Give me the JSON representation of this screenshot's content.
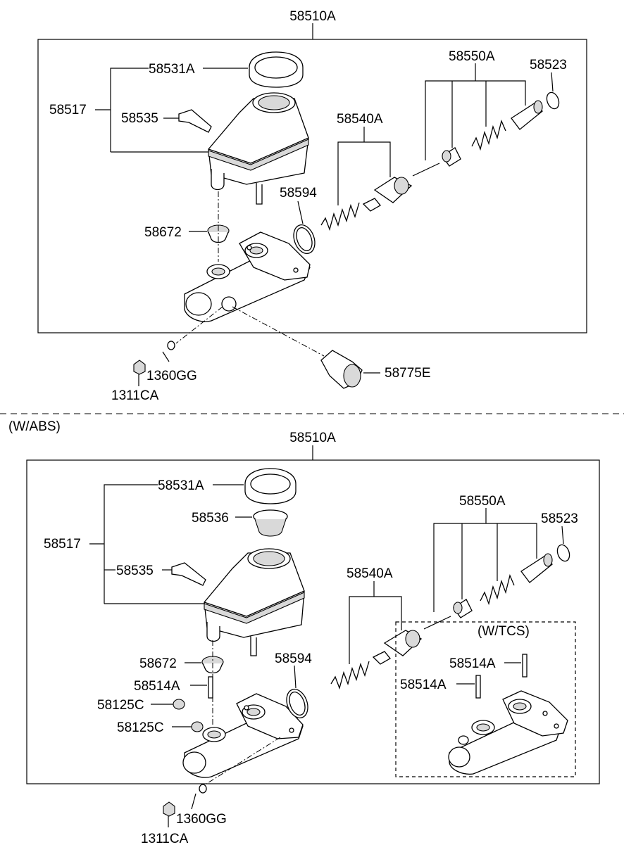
{
  "top": {
    "assembly": "58510A",
    "cap": "58531A",
    "reservoir": "58517",
    "sensor": "58535",
    "secondary_piston": "58550A",
    "snap_ring": "58523",
    "primary_piston": "58540A",
    "o_ring": "58594",
    "grommet": "58672",
    "gasket": "1360GG",
    "nut": "1311CA",
    "valve": "58775E"
  },
  "divider_label": "(W/ABS)",
  "bottom": {
    "assembly": "58510A",
    "cap": "58531A",
    "strainer": "58536",
    "reservoir": "58517",
    "sensor": "58535",
    "secondary_piston": "58550A",
    "snap_ring": "58523",
    "primary_piston": "58540A",
    "o_ring": "58594",
    "grommet": "58672",
    "pin": "58514A",
    "plug_1": "58125C",
    "plug_2": "58125C",
    "gasket": "1360GG",
    "nut": "1311CA",
    "tcs_label": "(W/TCS)",
    "tcs_pin_1": "58514A",
    "tcs_pin_2": "58514A"
  }
}
